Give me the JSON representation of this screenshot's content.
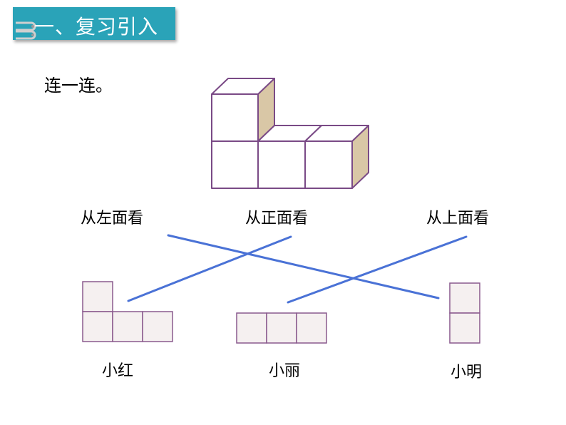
{
  "header": {
    "title": "一、复习引入",
    "accent_color": "#2aa3b8",
    "icon": "binder-rings-icon"
  },
  "instruction": "连一连。",
  "views": {
    "left": "从左面看",
    "front": "从正面看",
    "top": "从上面看"
  },
  "children": {
    "xiaohong": "小红",
    "xiaoli": "小丽",
    "xiaoming": "小明"
  },
  "colors": {
    "cube_edge": "#7a4a86",
    "cube_side": "#d9c7a6",
    "grid_edge": "#8a5a8e",
    "grid_fill": "#f5f0f0",
    "line": "#4a72d6"
  }
}
